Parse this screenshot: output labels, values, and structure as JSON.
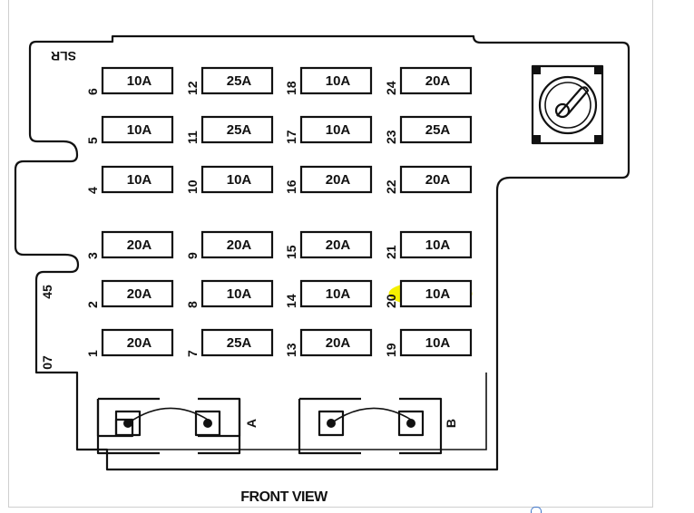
{
  "caption": "FRONT VIEW",
  "top_label": "SLR",
  "side_labels": {
    "upper": "45",
    "lower": "07"
  },
  "relay_labels": {
    "a": "A",
    "b": "B"
  },
  "highlight_color": "#f5f000",
  "fuses": [
    {
      "number": "6",
      "rating": "10A"
    },
    {
      "number": "12",
      "rating": "25A"
    },
    {
      "number": "18",
      "rating": "10A"
    },
    {
      "number": "24",
      "rating": "20A"
    },
    {
      "number": "5",
      "rating": "10A"
    },
    {
      "number": "11",
      "rating": "25A"
    },
    {
      "number": "17",
      "rating": "10A"
    },
    {
      "number": "23",
      "rating": "25A"
    },
    {
      "number": "4",
      "rating": "10A"
    },
    {
      "number": "10",
      "rating": "10A"
    },
    {
      "number": "16",
      "rating": "20A"
    },
    {
      "number": "22",
      "rating": "20A"
    },
    {
      "number": "3",
      "rating": "20A"
    },
    {
      "number": "9",
      "rating": "20A"
    },
    {
      "number": "15",
      "rating": "20A"
    },
    {
      "number": "21",
      "rating": "10A"
    },
    {
      "number": "2",
      "rating": "20A"
    },
    {
      "number": "8",
      "rating": "10A"
    },
    {
      "number": "14",
      "rating": "10A"
    },
    {
      "number": "20",
      "rating": "10A",
      "highlighted": true
    },
    {
      "number": "1",
      "rating": "20A"
    },
    {
      "number": "7",
      "rating": "25A"
    },
    {
      "number": "13",
      "rating": "20A"
    },
    {
      "number": "19",
      "rating": "10A"
    }
  ]
}
